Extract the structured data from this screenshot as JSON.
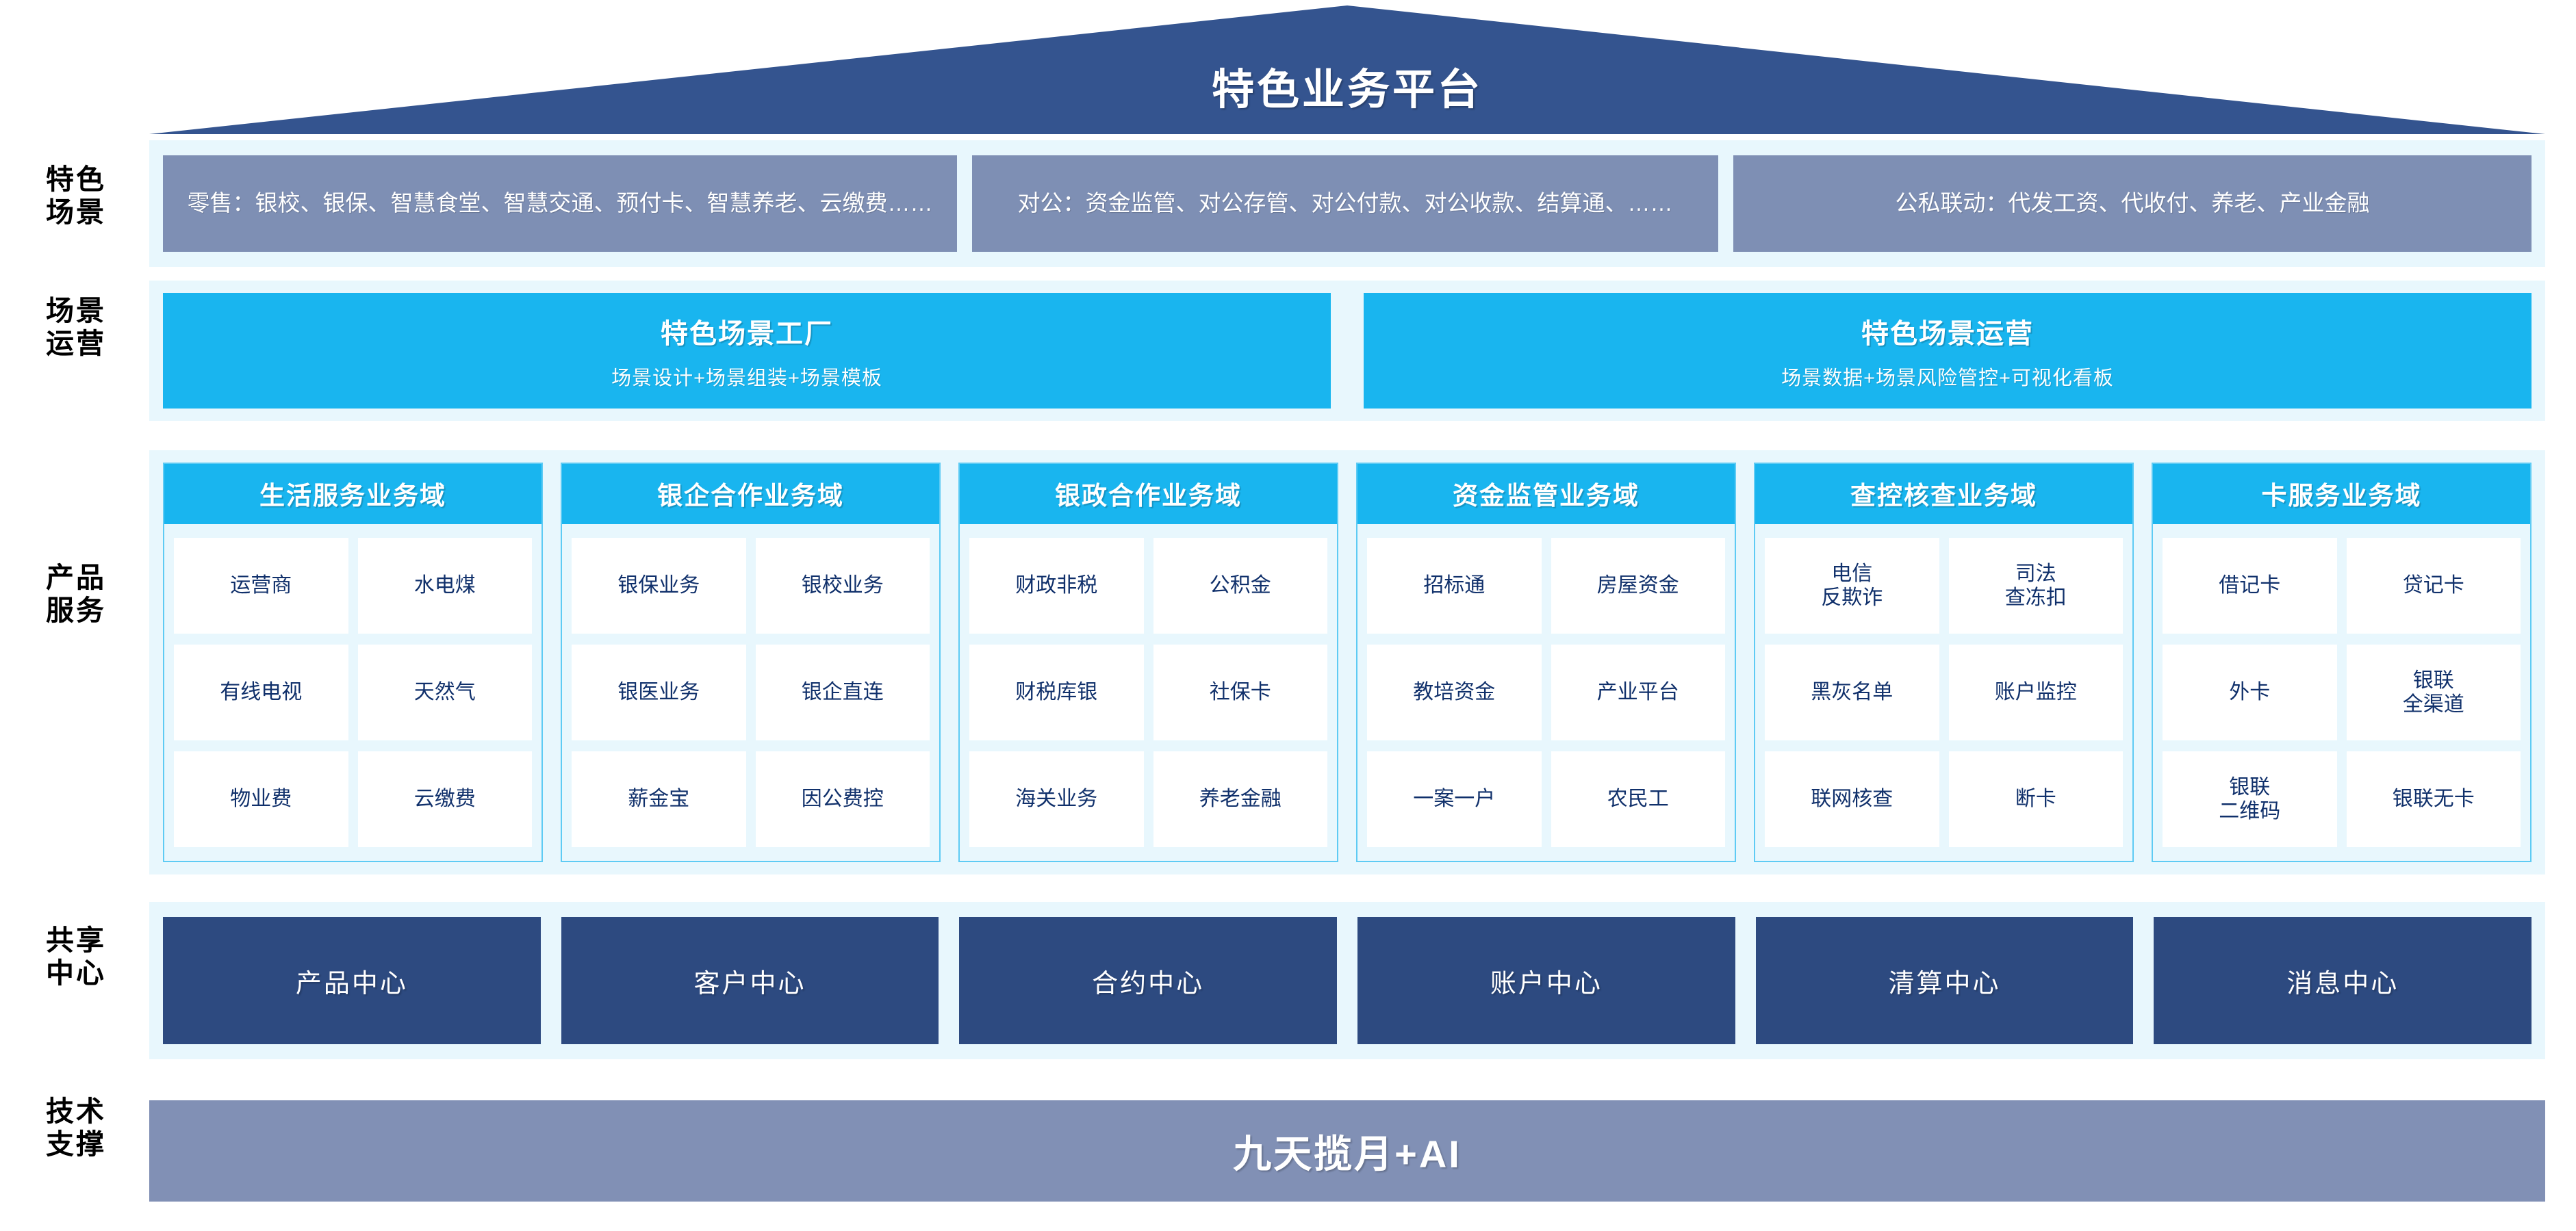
{
  "title": "特色业务平台",
  "colors": {
    "pennant": "#34548f",
    "band_bg": "#e8f7fd",
    "scene_box": "#7e8fb4",
    "cyan": "#19b5ef",
    "navy": "#2d4a80",
    "tech_bar": "#8190b5",
    "item_text": "#10306b"
  },
  "rows": [
    {
      "label": "特色\n场景"
    },
    {
      "label": "场景\n运营"
    },
    {
      "label": "产品\n服务"
    },
    {
      "label": "共享\n中心"
    },
    {
      "label": "技术\n支撑"
    }
  ],
  "scenes": [
    {
      "text": "零售：银校、银保、智慧食堂、智慧交通、预付卡、智慧养老、云缴费……"
    },
    {
      "text": "对公：资金监管、对公存管、对公付款、对公收款、结算通、……"
    },
    {
      "text": "公私联动：代发工资、代收付、养老、产业金融"
    }
  ],
  "operations": [
    {
      "title": "特色场景工厂",
      "subtitle": "场景设计+场景组装+场景模板"
    },
    {
      "title": "特色场景运营",
      "subtitle": "场景数据+场景风险管控+可视化看板"
    }
  ],
  "domains": [
    {
      "name": "生活服务业务域",
      "items": [
        "运营商",
        "水电煤",
        "有线电视",
        "天然气",
        "物业费",
        "云缴费"
      ]
    },
    {
      "name": "银企合作业务域",
      "items": [
        "银保业务",
        "银校业务",
        "银医业务",
        "银企直连",
        "薪金宝",
        "因公费控"
      ]
    },
    {
      "name": "银政合作业务域",
      "items": [
        "财政非税",
        "公积金",
        "财税库银",
        "社保卡",
        "海关业务",
        "养老金融"
      ]
    },
    {
      "name": "资金监管业务域",
      "items": [
        "招标通",
        "房屋资金",
        "教培资金",
        "产业平台",
        "一案一户",
        "农民工"
      ]
    },
    {
      "name": "查控核查业务域",
      "items": [
        "电信\n反欺诈",
        "司法\n查冻扣",
        "黑灰名单",
        "账户监控",
        "联网核查",
        "断卡"
      ]
    },
    {
      "name": "卡服务业务域",
      "items": [
        "借记卡",
        "贷记卡",
        "外卡",
        "银联\n全渠道",
        "银联\n二维码",
        "银联无卡"
      ]
    }
  ],
  "centers": [
    {
      "label": "产品中心"
    },
    {
      "label": "客户中心"
    },
    {
      "label": "合约中心"
    },
    {
      "label": "账户中心"
    },
    {
      "label": "清算中心"
    },
    {
      "label": "消息中心"
    }
  ],
  "tech_support": {
    "label": "九天揽月+AI"
  }
}
